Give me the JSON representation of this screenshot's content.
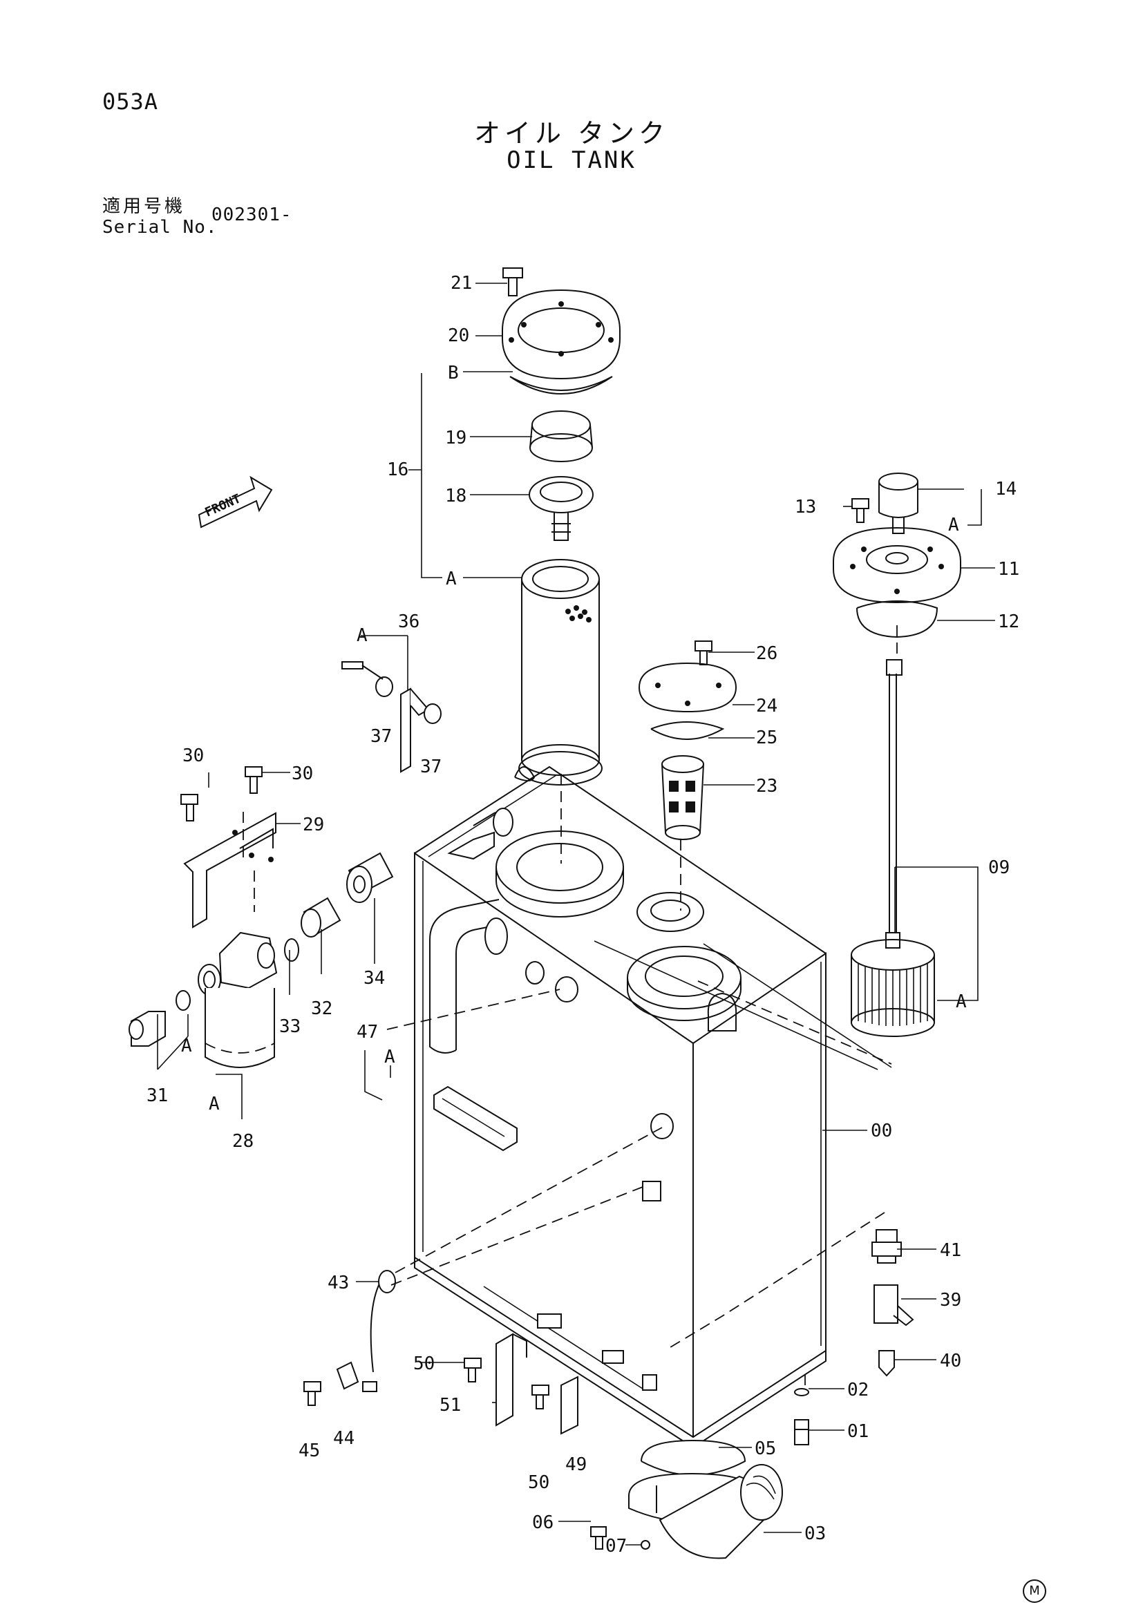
{
  "header": {
    "page_code": "053A",
    "title_jp": "オイル タンク",
    "title_en": "OIL TANK",
    "serial_label_jp": "適用号機",
    "serial_label_en": "Serial No.",
    "serial_value": "002301-"
  },
  "front_arrow_label": "FRONT",
  "manufacturer_mark": "M",
  "part_callouts": [
    "21",
    "20",
    "B",
    "19",
    "16",
    "18",
    "A",
    "14",
    "13",
    "A",
    "11",
    "12",
    "36",
    "A",
    "37",
    "37",
    "26",
    "24",
    "25",
    "23",
    "30",
    "30",
    "29",
    "09",
    "34",
    "32",
    "33",
    "31",
    "A",
    "A",
    "28",
    "47",
    "A",
    "A",
    "00",
    "41",
    "39",
    "40",
    "43",
    "50",
    "51",
    "45",
    "44",
    "50",
    "49",
    "02",
    "01",
    "05",
    "06",
    "07",
    "03"
  ]
}
